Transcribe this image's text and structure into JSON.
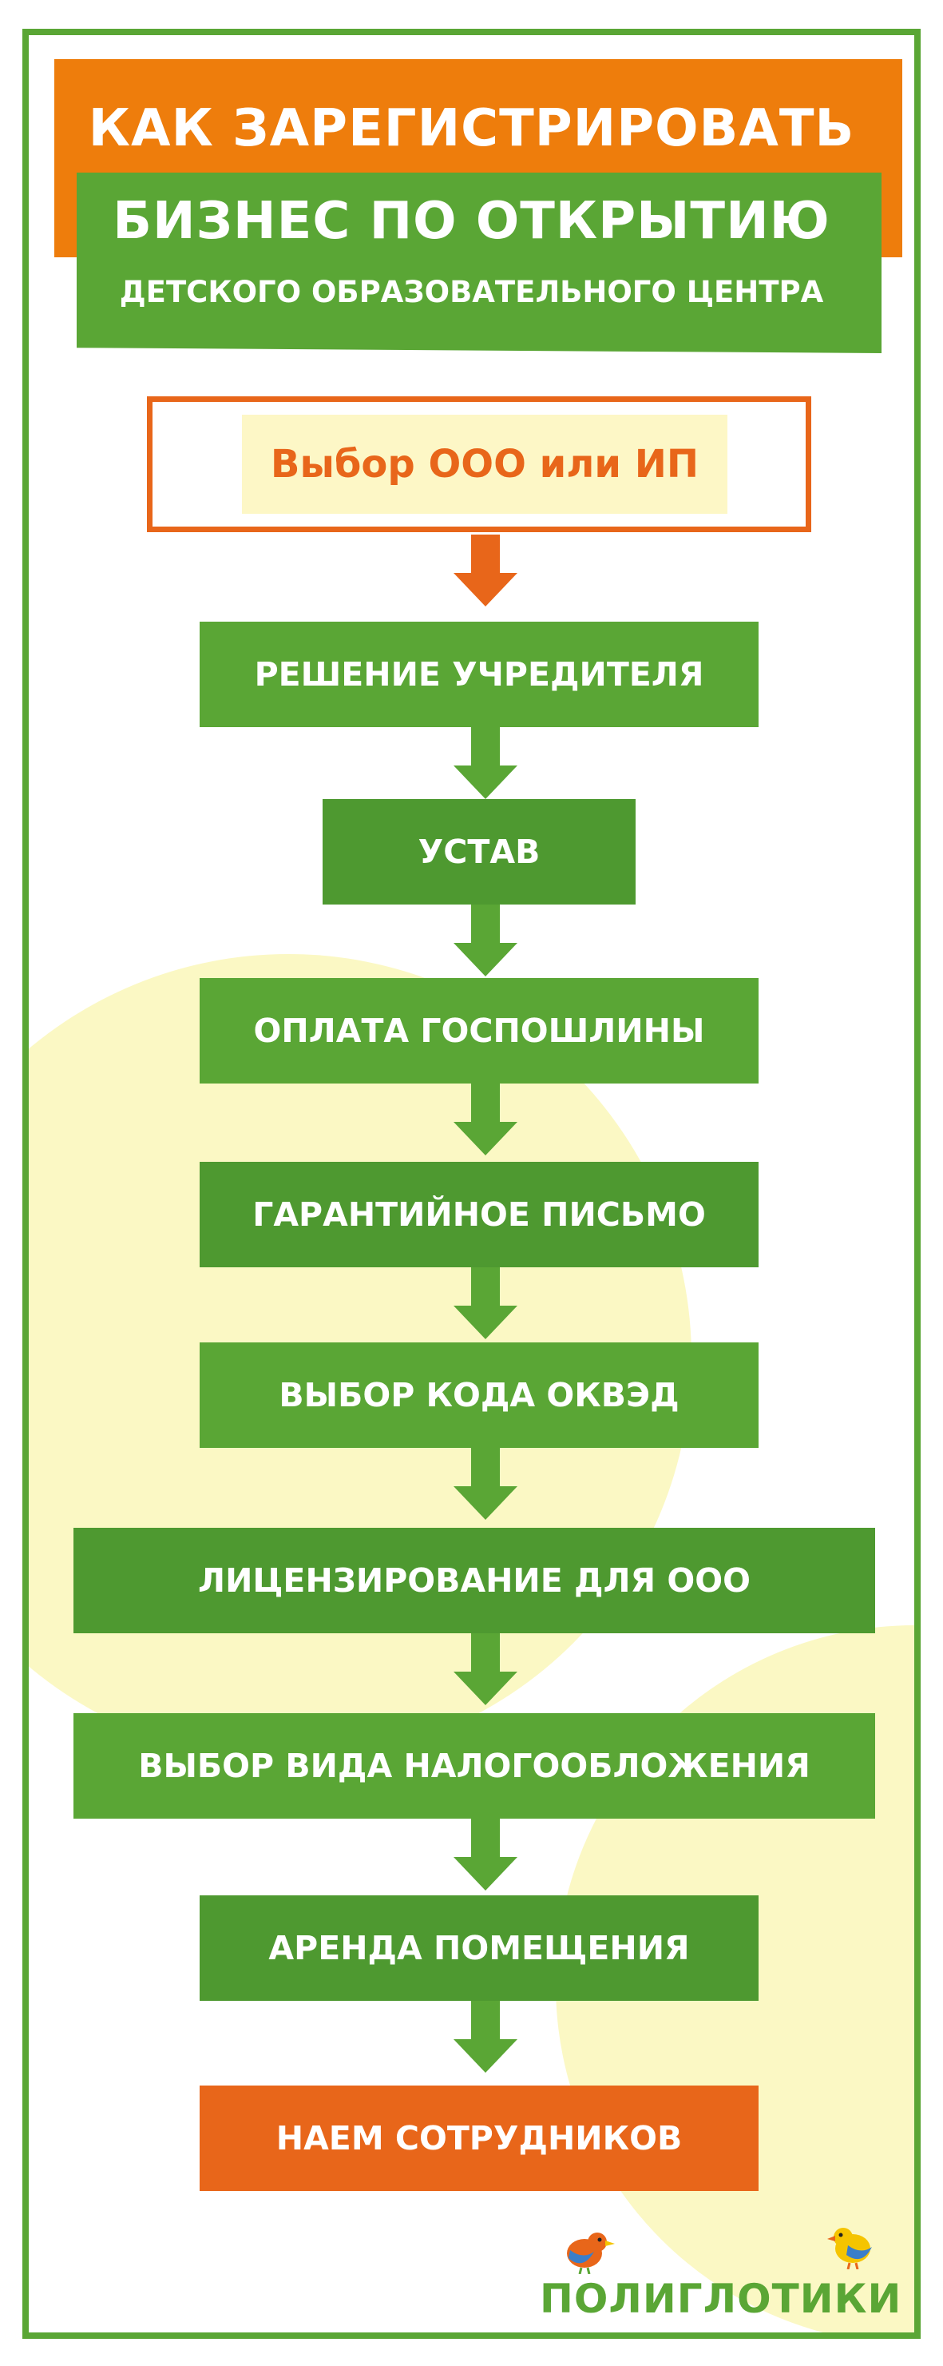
{
  "title": {
    "line1": "КАК ЗАРЕГИСТРИРОВАТЬ",
    "line2": "БИЗНЕС ПО ОТКРЫТИЮ",
    "line3": "ДЕТСКОГО ОБРАЗОВАТЕЛЬНОГО ЦЕНТРА"
  },
  "steps": [
    "Выбор ООО или ИП",
    "РЕШЕНИЕ УЧРЕДИТЕЛЯ",
    "УСТАВ",
    "ОПЛАТА ГОСПОШЛИНЫ",
    "ГАРАНТИЙНОЕ ПИСЬМО",
    "ВЫБОР КОДА ОКВЭД",
    "ЛИЦЕНЗИРОВАНИЕ ДЛЯ ООО",
    "ВЫБОР ВИДА НАЛОГООБЛОЖЕНИЯ",
    "АРЕНДА ПОМЕЩЕНИЯ",
    "НАЕМ СОТРУДНИКОВ"
  ],
  "logo": {
    "text": "ПОЛИГЛОТИКИ",
    "icons": [
      "red-bird-icon",
      "yellow-bird-icon"
    ]
  },
  "colors": {
    "green": "#5aa635",
    "dark_green": "#4e9930",
    "orange": "#ee7d0c",
    "red_orange": "#e8661a",
    "pale_yellow": "#fbf8c4"
  }
}
